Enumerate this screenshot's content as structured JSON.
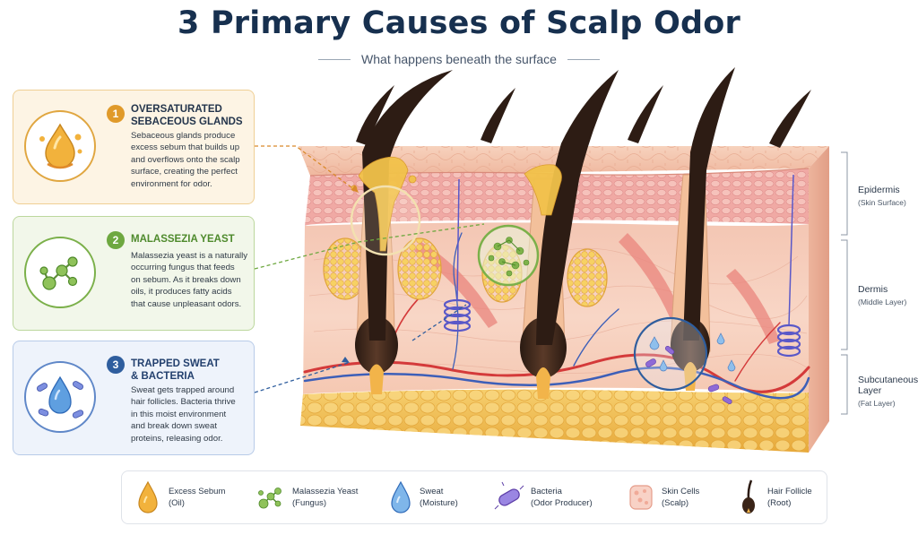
{
  "title": "3 Primary Causes of Scalp Odor",
  "subtitle": "What happens beneath the surface",
  "cards": [
    {
      "number": "1",
      "title_line1": "OVERSATURATED",
      "title_line2": "SEBACEOUS GLANDS",
      "desc": [
        "Sebaceous glands produce",
        "excess sebum that builds up",
        "and overflows onto the scalp",
        "surface, creating the perfect",
        "environment for odor."
      ],
      "color": "#e09a2a"
    },
    {
      "number": "2",
      "title_line1": "MALASSEZIA YEAST",
      "title_line2": "",
      "desc": [
        "Malassezia yeast is a naturally",
        "occurring fungus that feeds",
        "on sebum. As it breaks down",
        "oils, it produces fatty acids",
        "that cause unpleasant odors."
      ],
      "color": "#6ea840"
    },
    {
      "number": "3",
      "title_line1": "TRAPPED SWEAT",
      "title_line2": "& BACTERIA",
      "desc": [
        "Sweat gets trapped around",
        "hair follicles. Bacteria thrive",
        "in this moist environment",
        "and break down sweat",
        "proteins, releasing odor."
      ],
      "color": "#2f5e9e"
    }
  ],
  "layers": [
    {
      "name": "Epidermis",
      "sub": "(Skin Surface)"
    },
    {
      "name": "Dermis",
      "sub": "(Middle Layer)"
    },
    {
      "name_line1": "Subcutaneous",
      "name_line2": "Layer",
      "sub": "(Fat Layer)"
    }
  ],
  "legend": [
    {
      "icon": "sebum-drop-icon",
      "label": "Excess Sebum",
      "sub": "(Oil)"
    },
    {
      "icon": "yeast-icon",
      "label": "Malassezia Yeast",
      "sub": "(Fungus)"
    },
    {
      "icon": "sweat-drop-icon",
      "label": "Sweat",
      "sub": "(Moisture)"
    },
    {
      "icon": "bacteria-icon",
      "label": "Bacteria",
      "sub": "(Odor Producer)"
    },
    {
      "icon": "skin-cells-icon",
      "label": "Skin Cells",
      "sub": "(Scalp)"
    },
    {
      "icon": "hair-follicle-icon",
      "label": "Hair Follicle",
      "sub": "(Root)"
    }
  ],
  "colors": {
    "title": "#17304f",
    "sebum": "#e09a2a",
    "yeast": "#6ea840",
    "sweat": "#2f5e9e",
    "skin": "#f6c9b4",
    "fat": "#f2c15a"
  }
}
